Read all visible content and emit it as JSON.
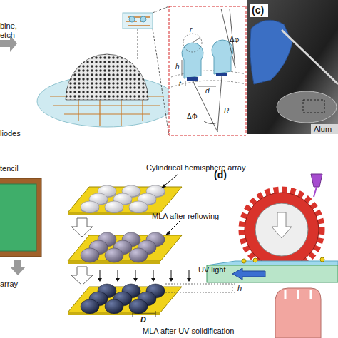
{
  "diagram": {
    "labels": [
      "bine,",
      "etch",
      "r",
      "h",
      "t",
      "d",
      "Δφ",
      "ΔΦ",
      "R",
      "(c)",
      "Alum",
      "liodes",
      "tencil",
      "Cylindrical hemisphere array",
      "MLA after reflowing",
      "UV light",
      "h",
      "D",
      "MLA after UV solidification",
      "array",
      "(d)"
    ]
  }
}
